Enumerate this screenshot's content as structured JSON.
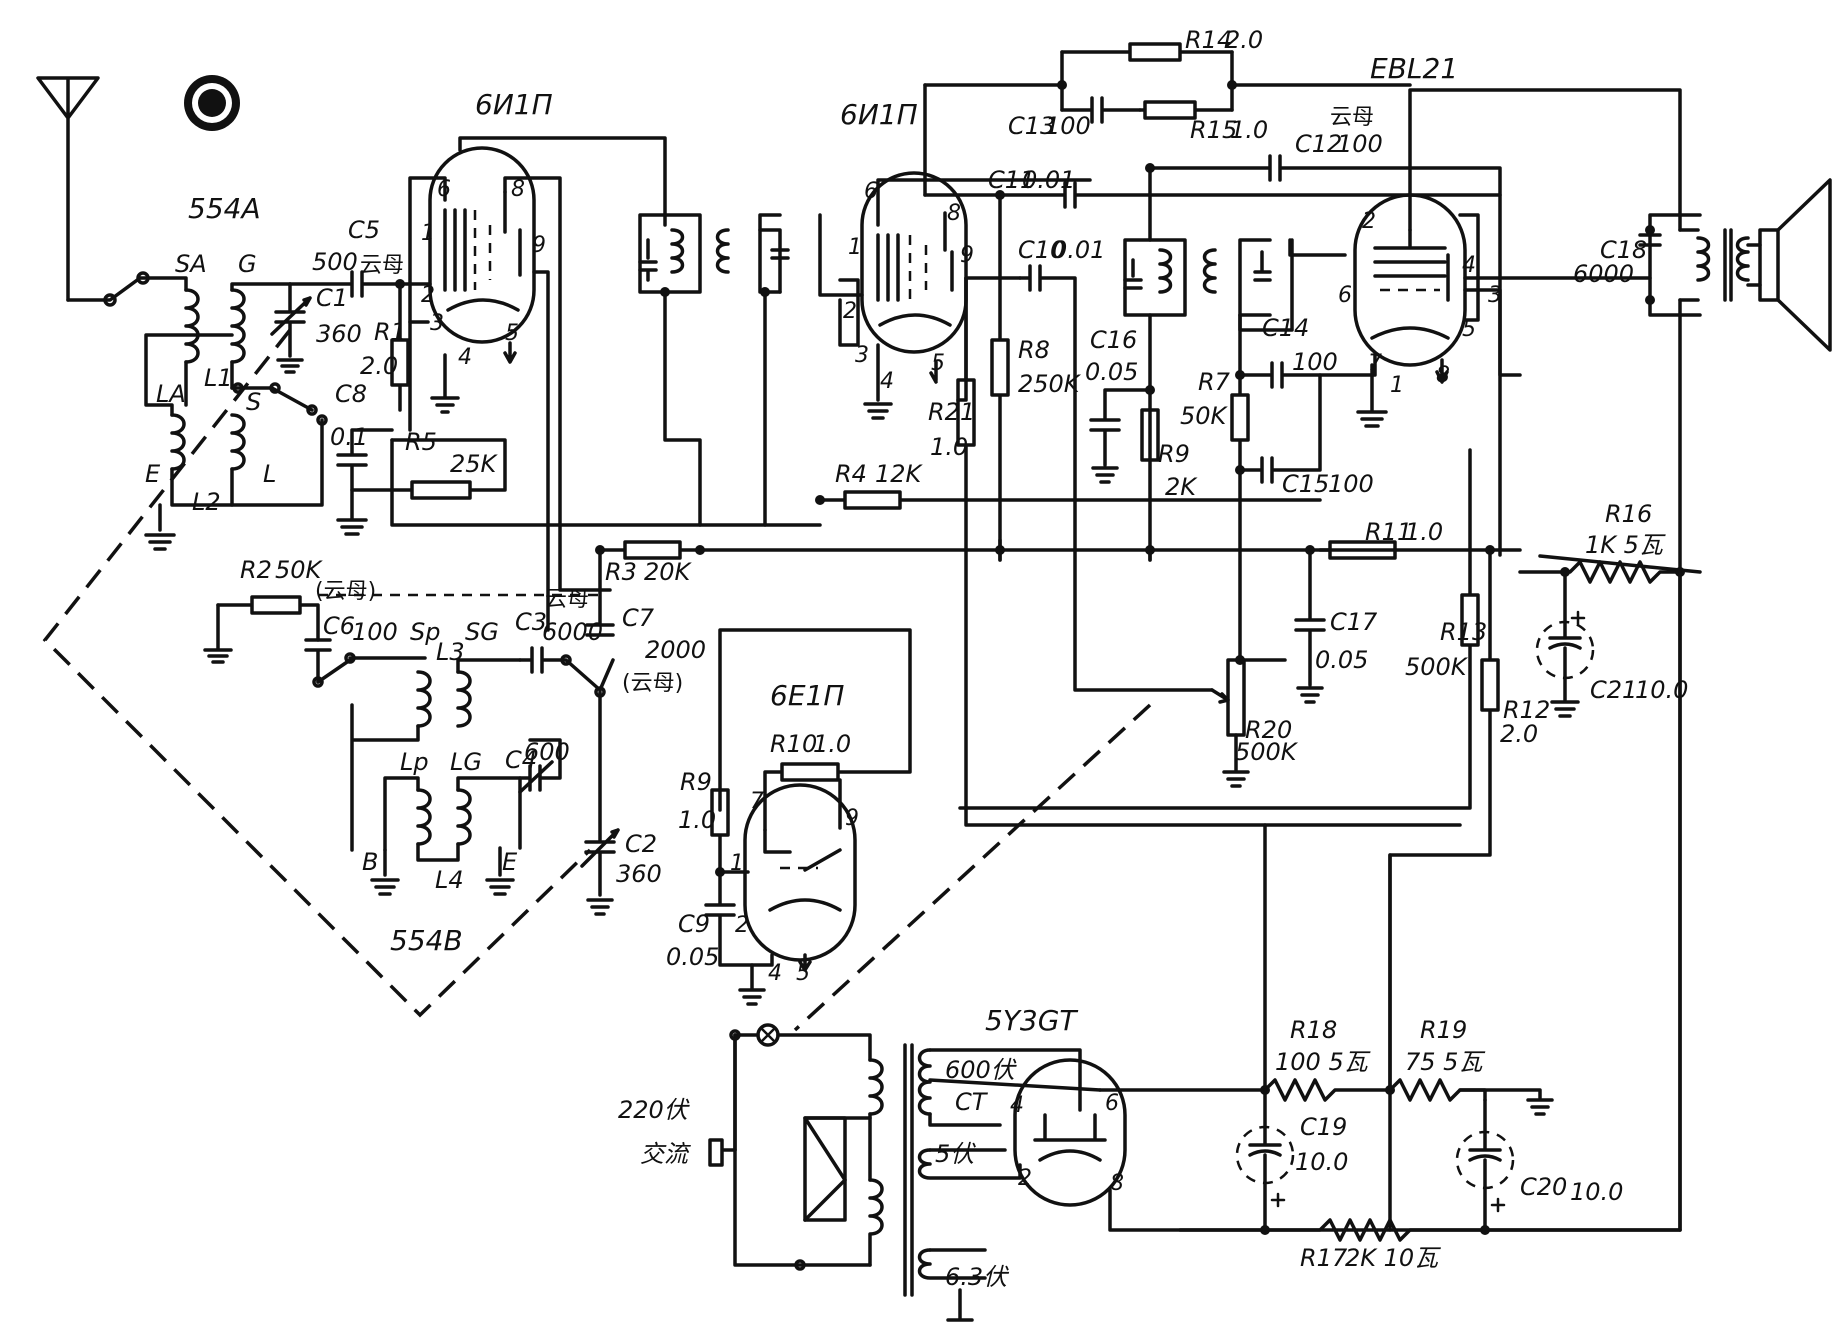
{
  "tubes": {
    "v1": "6И1П",
    "v2": "6И1П",
    "v3": "EBL21",
    "v4": "6E1П",
    "rect": "5Y3GT"
  },
  "coils": {
    "ant_block": "554A",
    "osc_block": "554B",
    "sa": "SA",
    "g": "G",
    "la": "LA",
    "l1": "L1",
    "s": "S",
    "l": "L",
    "e": "E",
    "l2": "L2",
    "sp": "Sp",
    "sg": "SG",
    "l3": "L3",
    "lp": "Lp",
    "lg": "LG",
    "l4": "L4",
    "b": "B",
    "e2": "E"
  },
  "labels": {
    "c1": "C1",
    "c1_val": "360",
    "c5": "C5",
    "c5_val": "500",
    "c5_mica": "云母",
    "c8": "C8",
    "c8_val": "0.1",
    "r1": "R1",
    "r1_val": "2.0",
    "r5": "R5",
    "r5_val": "25K",
    "r4": "R4",
    "r4_val": "12K",
    "r2": "R2",
    "r2_val": "50K",
    "r2_mica": "(云母)",
    "r3": "R3",
    "r3_val": "20K",
    "c6": "C6",
    "c6_val": "100",
    "c3": "C3",
    "c3_mica": "云母",
    "c3_val": "6000",
    "c7": "C7",
    "c7_val": "2000",
    "c7_mica": "(云母)",
    "c4": "C4",
    "c4_val": "600",
    "c2": "C2",
    "c2_val": "360",
    "c11": "C11",
    "c11_val": "0.01",
    "c10": "C10",
    "c10_val": "0.01",
    "r8": "R8",
    "r8_val": "250K",
    "r21": "R21",
    "r21_val": "1.0",
    "c16": "C16",
    "c16_val": "0.05",
    "r9a": "R9",
    "r9a_val": "2K",
    "r7": "R7",
    "r7_val": "50K",
    "c14": "C14",
    "c14_val": "100",
    "c15": "C15",
    "c15_val": "100",
    "r14": "R14",
    "r14_val": "2.0",
    "r15": "R15",
    "r15_val": "1.0",
    "c13": "C13",
    "c13_val": "100",
    "c12": "C12",
    "c12_val": "100",
    "c12_mica": "云母",
    "c18": "C18",
    "c18_val": "6000",
    "r11": "R11",
    "r11_val": "1.0",
    "r16": "R16",
    "r16_val": "1K 5瓦",
    "c17": "C17",
    "c17_val": "0.05",
    "r13": "R13",
    "r13_val": "500K",
    "r12": "R12",
    "r12_val": "2.0",
    "c21": "C21",
    "c21_val": "10.0",
    "r20": "R20",
    "r20_val": "500K",
    "r10": "R10",
    "r10_val": "1.0",
    "r9b": "R9",
    "r9b_val": "1.0",
    "c9": "C9",
    "c9_val": "0.05",
    "r18": "R18",
    "r18_val": "100 5瓦",
    "r19": "R19",
    "r19_val": "75 5瓦",
    "c19": "C19",
    "c19_val": "10.0",
    "c20": "C20",
    "c20_val": "10.0",
    "r17": "R17",
    "r17_val": "2K 10瓦",
    "v600": "600伏",
    "ct": "CT",
    "v5": "5伏",
    "v63": "6.3伏",
    "mains_v": "220伏",
    "mains_ac": "交流"
  },
  "pins": {
    "v1": [
      "6",
      "8",
      "1",
      "2",
      "3",
      "4",
      "5",
      "9"
    ],
    "v2": [
      "6",
      "8",
      "1",
      "2",
      "3",
      "4",
      "5",
      "9"
    ],
    "v3": [
      "2",
      "6",
      "4",
      "3",
      "5",
      "7",
      "1",
      "8"
    ],
    "v4": [
      "7",
      "9",
      "1",
      "2",
      "4",
      "5"
    ],
    "rect": [
      "4",
      "6",
      "2",
      "8"
    ]
  }
}
